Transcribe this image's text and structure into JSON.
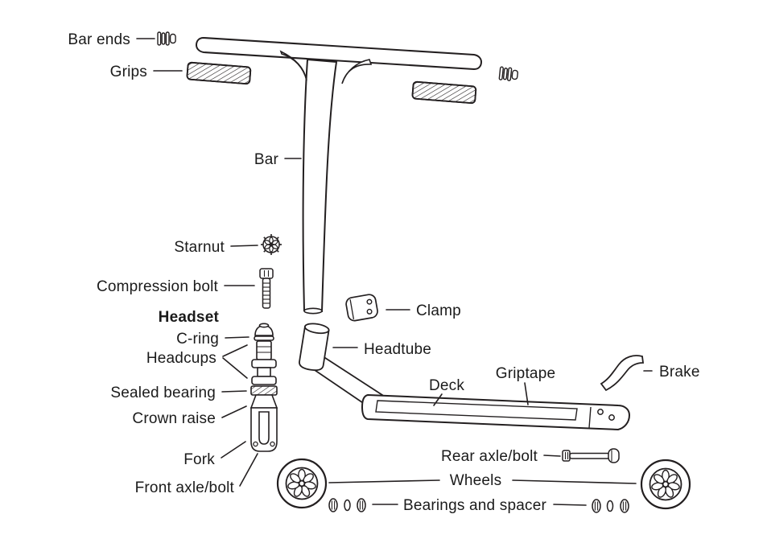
{
  "diagram": {
    "colors": {
      "ink": "#231f20",
      "background": "#ffffff",
      "label_text": "#1b1b1b"
    },
    "labels": {
      "bar_ends": "Bar ends",
      "grips": "Grips",
      "bar": "Bar",
      "starnut": "Starnut",
      "compression_bolt": "Compression bolt",
      "headset": "Headset",
      "c_ring": "C-ring",
      "headcups": "Headcups",
      "sealed_bearing": "Sealed bearing",
      "crown_raise": "Crown raise",
      "fork": "Fork",
      "front_axle_bolt": "Front axle/bolt",
      "clamp": "Clamp",
      "headtube": "Headtube",
      "deck": "Deck",
      "griptape": "Griptape",
      "brake": "Brake",
      "rear_axle_bolt": "Rear axle/bolt",
      "wheels": "Wheels",
      "bearings_and_spacer": "Bearings and spacer"
    }
  }
}
